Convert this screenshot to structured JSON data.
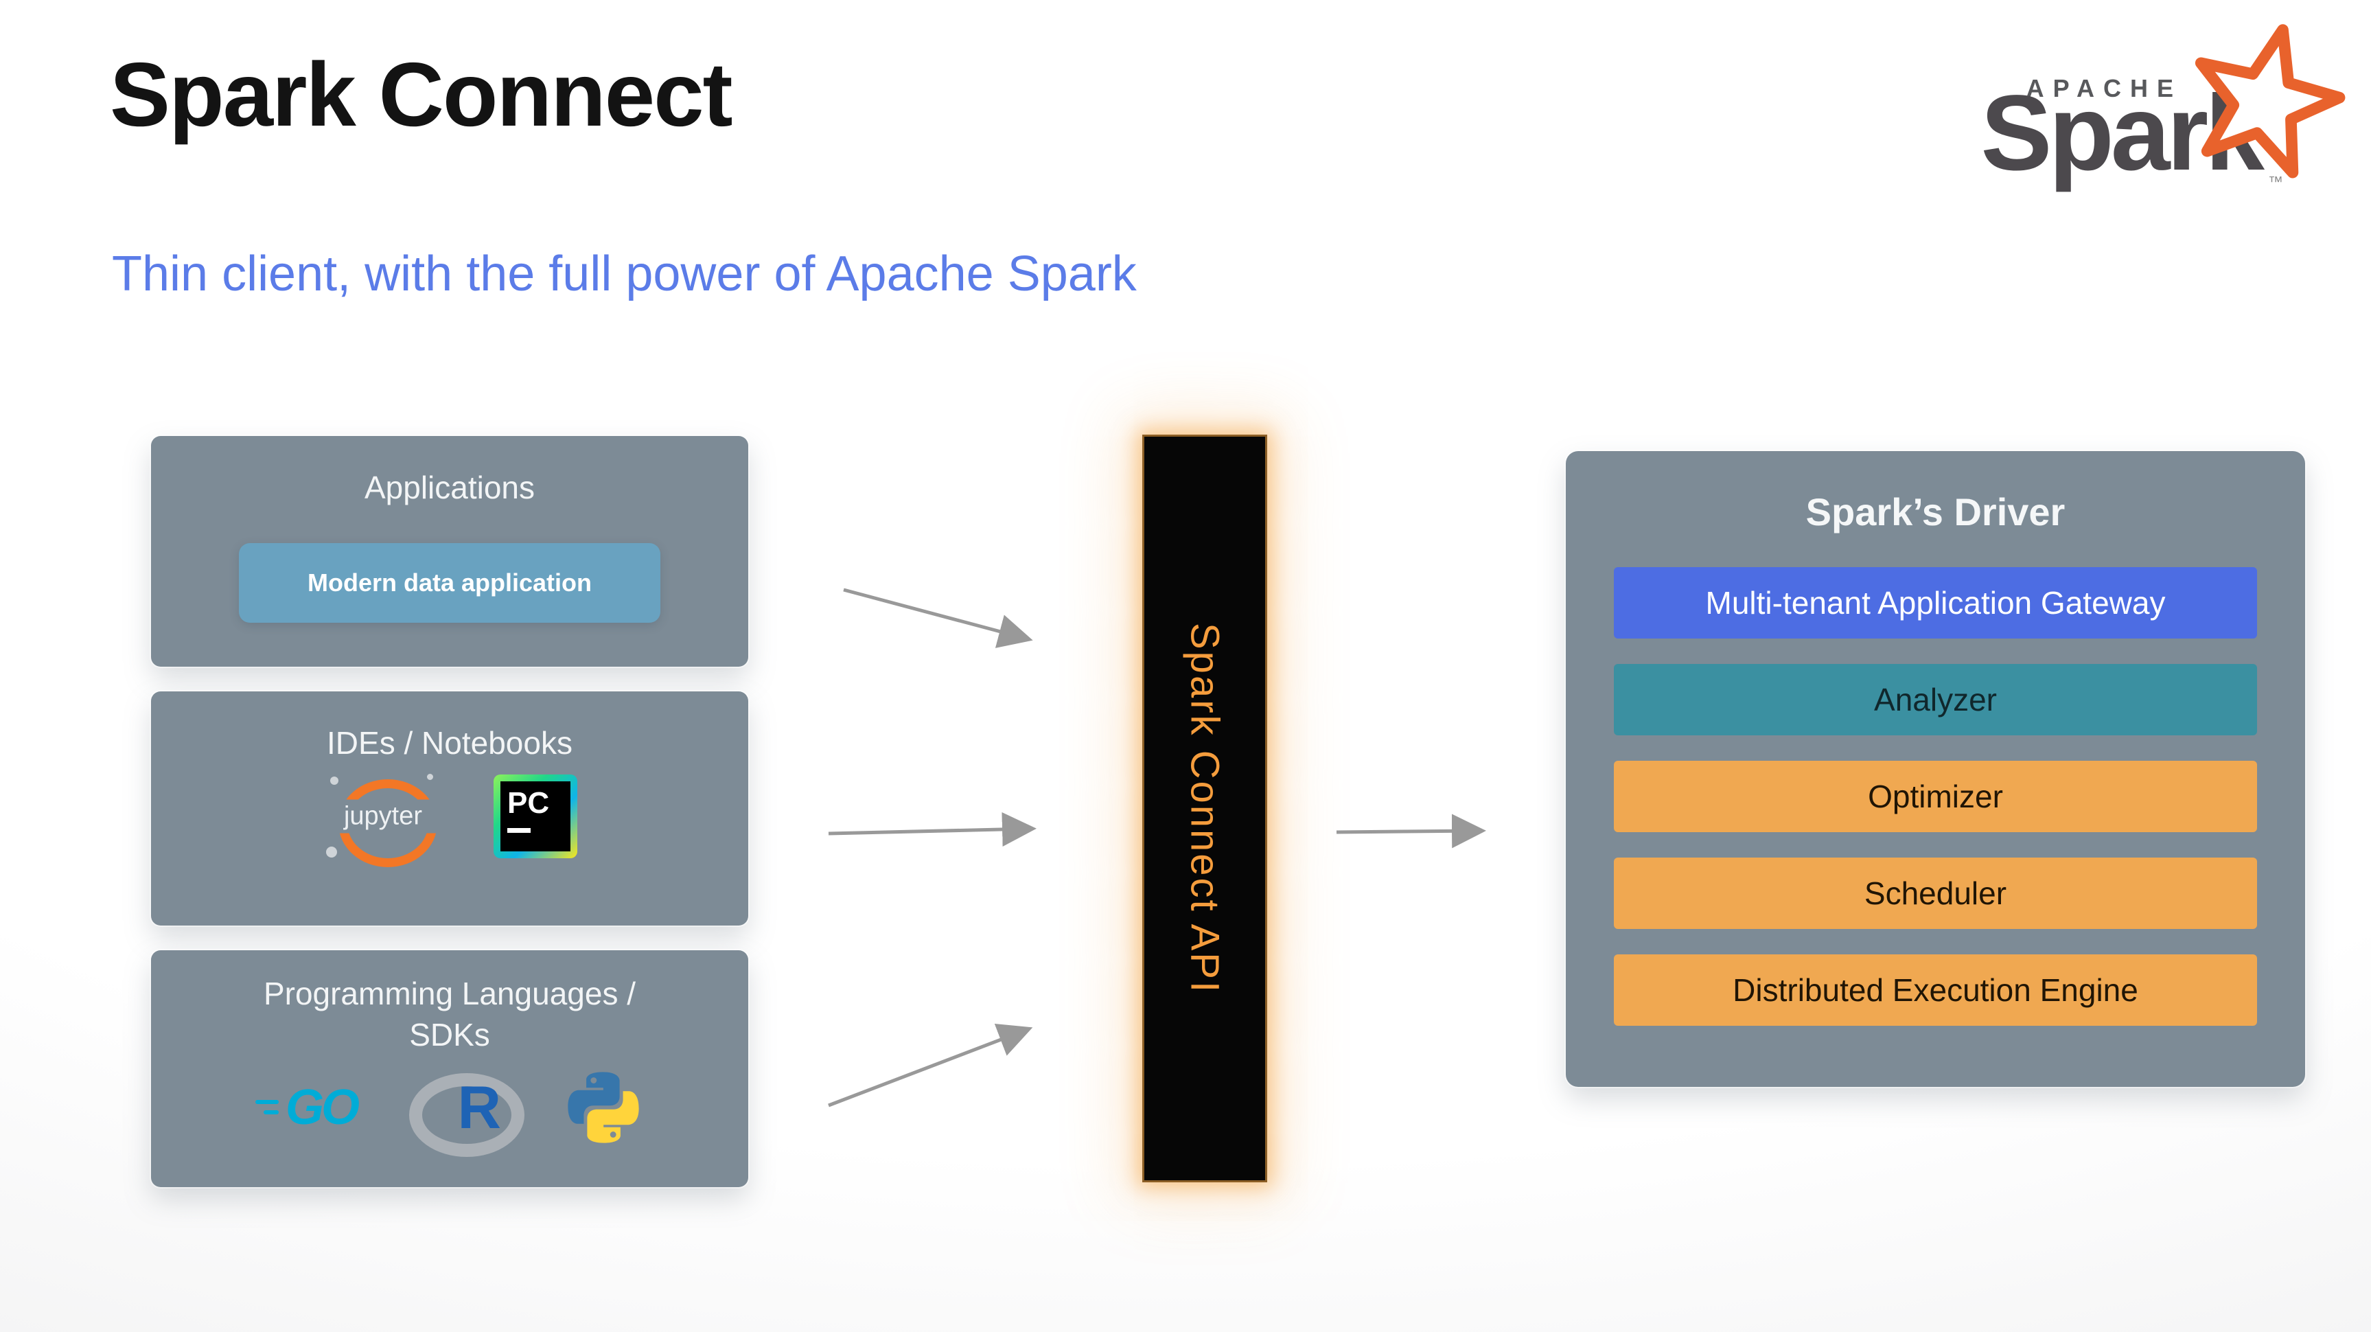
{
  "slide": {
    "title": "Spark Connect",
    "subtitle": "Thin client, with the full power of Apache Spark"
  },
  "brand": {
    "apache": "APACHE",
    "name": "Spark",
    "tm": "™",
    "star_icon": "spark-star-icon",
    "star_color": "#e8622c"
  },
  "sources": [
    {
      "title": "Applications",
      "chip": "Modern data application"
    },
    {
      "title": "IDEs / Notebooks",
      "icons": [
        {
          "name": "jupyter-icon",
          "label": "jupyter"
        },
        {
          "name": "pycharm-icon",
          "label": "PC"
        }
      ]
    },
    {
      "title": "Programming Languages / SDKs",
      "icons": [
        {
          "name": "go-icon",
          "label": "GO"
        },
        {
          "name": "r-icon",
          "label": "R"
        },
        {
          "name": "python-icon",
          "label": ""
        }
      ]
    }
  ],
  "connector": {
    "label": "Spark Connect API",
    "text_color": "#f59d3d",
    "bg": "#060606"
  },
  "driver": {
    "title": "Spark’s Driver",
    "layers": [
      {
        "label": "Multi-tenant Application Gateway",
        "bg": "#4d6de3",
        "fg": "#ffffff"
      },
      {
        "label": "Analyzer",
        "bg": "#3b90a1",
        "fg": "#10272c"
      },
      {
        "label": "Optimizer",
        "bg": "#f0a851",
        "fg": "#201505"
      },
      {
        "label": "Scheduler",
        "bg": "#f0a851",
        "fg": "#201505"
      },
      {
        "label": "Distributed Execution Engine",
        "bg": "#f0a851",
        "fg": "#201505"
      }
    ]
  },
  "colors": {
    "panel_gray": "#7d8b96",
    "chip_blue": "#69a2c0",
    "subtitle_blue": "#5b7ce8",
    "arrow_gray": "#999999",
    "glow_orange": "#f49e36"
  }
}
